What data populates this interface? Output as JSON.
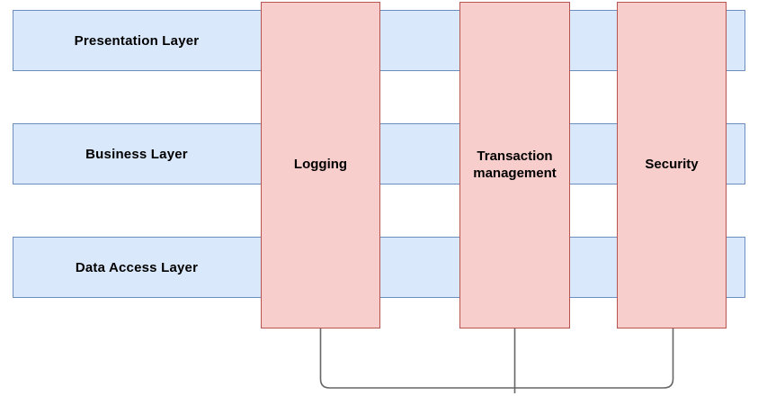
{
  "diagram": {
    "type": "layered-architecture-with-crosscutting-concerns",
    "colors": {
      "layer_fill": "#dae8fc",
      "layer_stroke": "#6c8ebf",
      "crosscutting_fill": "#f8cecc",
      "crosscutting_stroke": "#b85450",
      "connector_stroke": "#666666",
      "text": "#000000",
      "background": "#ffffff"
    },
    "layers": [
      {
        "id": "presentation",
        "label": "Presentation Layer"
      },
      {
        "id": "business",
        "label": "Business Layer"
      },
      {
        "id": "data-access",
        "label": "Data Access Layer"
      }
    ],
    "crosscutting_concerns": [
      {
        "id": "logging",
        "label": "Logging"
      },
      {
        "id": "transaction-management",
        "label_line1": "Transaction",
        "label_line2": "management"
      },
      {
        "id": "security",
        "label": "Security"
      }
    ],
    "connector": {
      "description": "bracket joining the three crosscutting concern columns at the bottom"
    }
  }
}
